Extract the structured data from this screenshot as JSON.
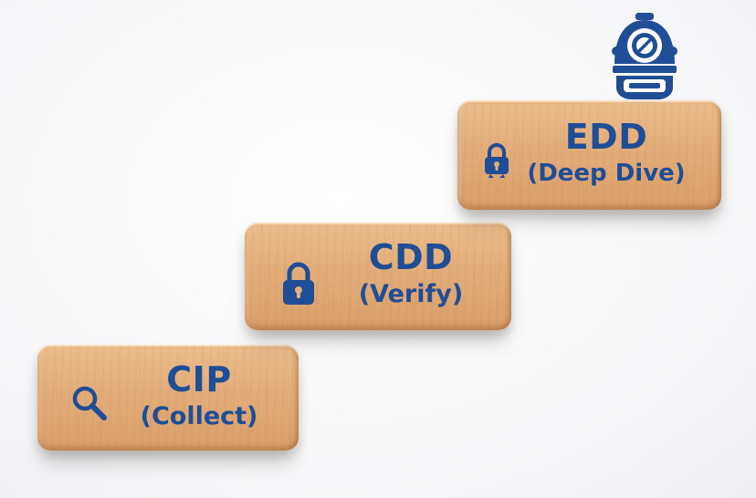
{
  "colors": {
    "text_blue": "#1f4e96",
    "wood_light": "#ecbd8c",
    "wood_dark": "#d99d68"
  },
  "steps": [
    {
      "title": "CIP",
      "subtitle": "(Collect)",
      "icon": "magnifier-icon"
    },
    {
      "title": "CDD",
      "subtitle": "(Verify)",
      "icon": "padlock-icon"
    },
    {
      "title": "EDD",
      "subtitle": "(Deep Dive)",
      "icon": "padlock-small-icon"
    }
  ],
  "top_icon": "diving-helmet-icon"
}
